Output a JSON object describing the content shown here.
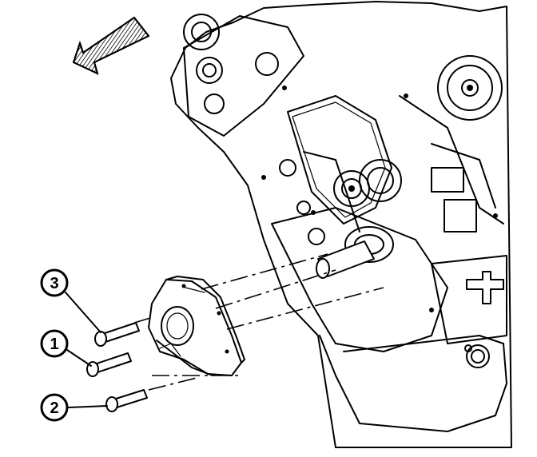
{
  "callouts": [
    {
      "id": "callout-3",
      "label": "3"
    },
    {
      "id": "callout-1",
      "label": "1"
    },
    {
      "id": "callout-2",
      "label": "2"
    }
  ],
  "icons": {
    "direction_arrow": "front-direction-arrow-icon",
    "engine": "engine-block-illustration",
    "cover": "front-cover-part",
    "bolts": "bolt-icon"
  },
  "colors": {
    "ink": "#000000",
    "paper": "#ffffff"
  }
}
